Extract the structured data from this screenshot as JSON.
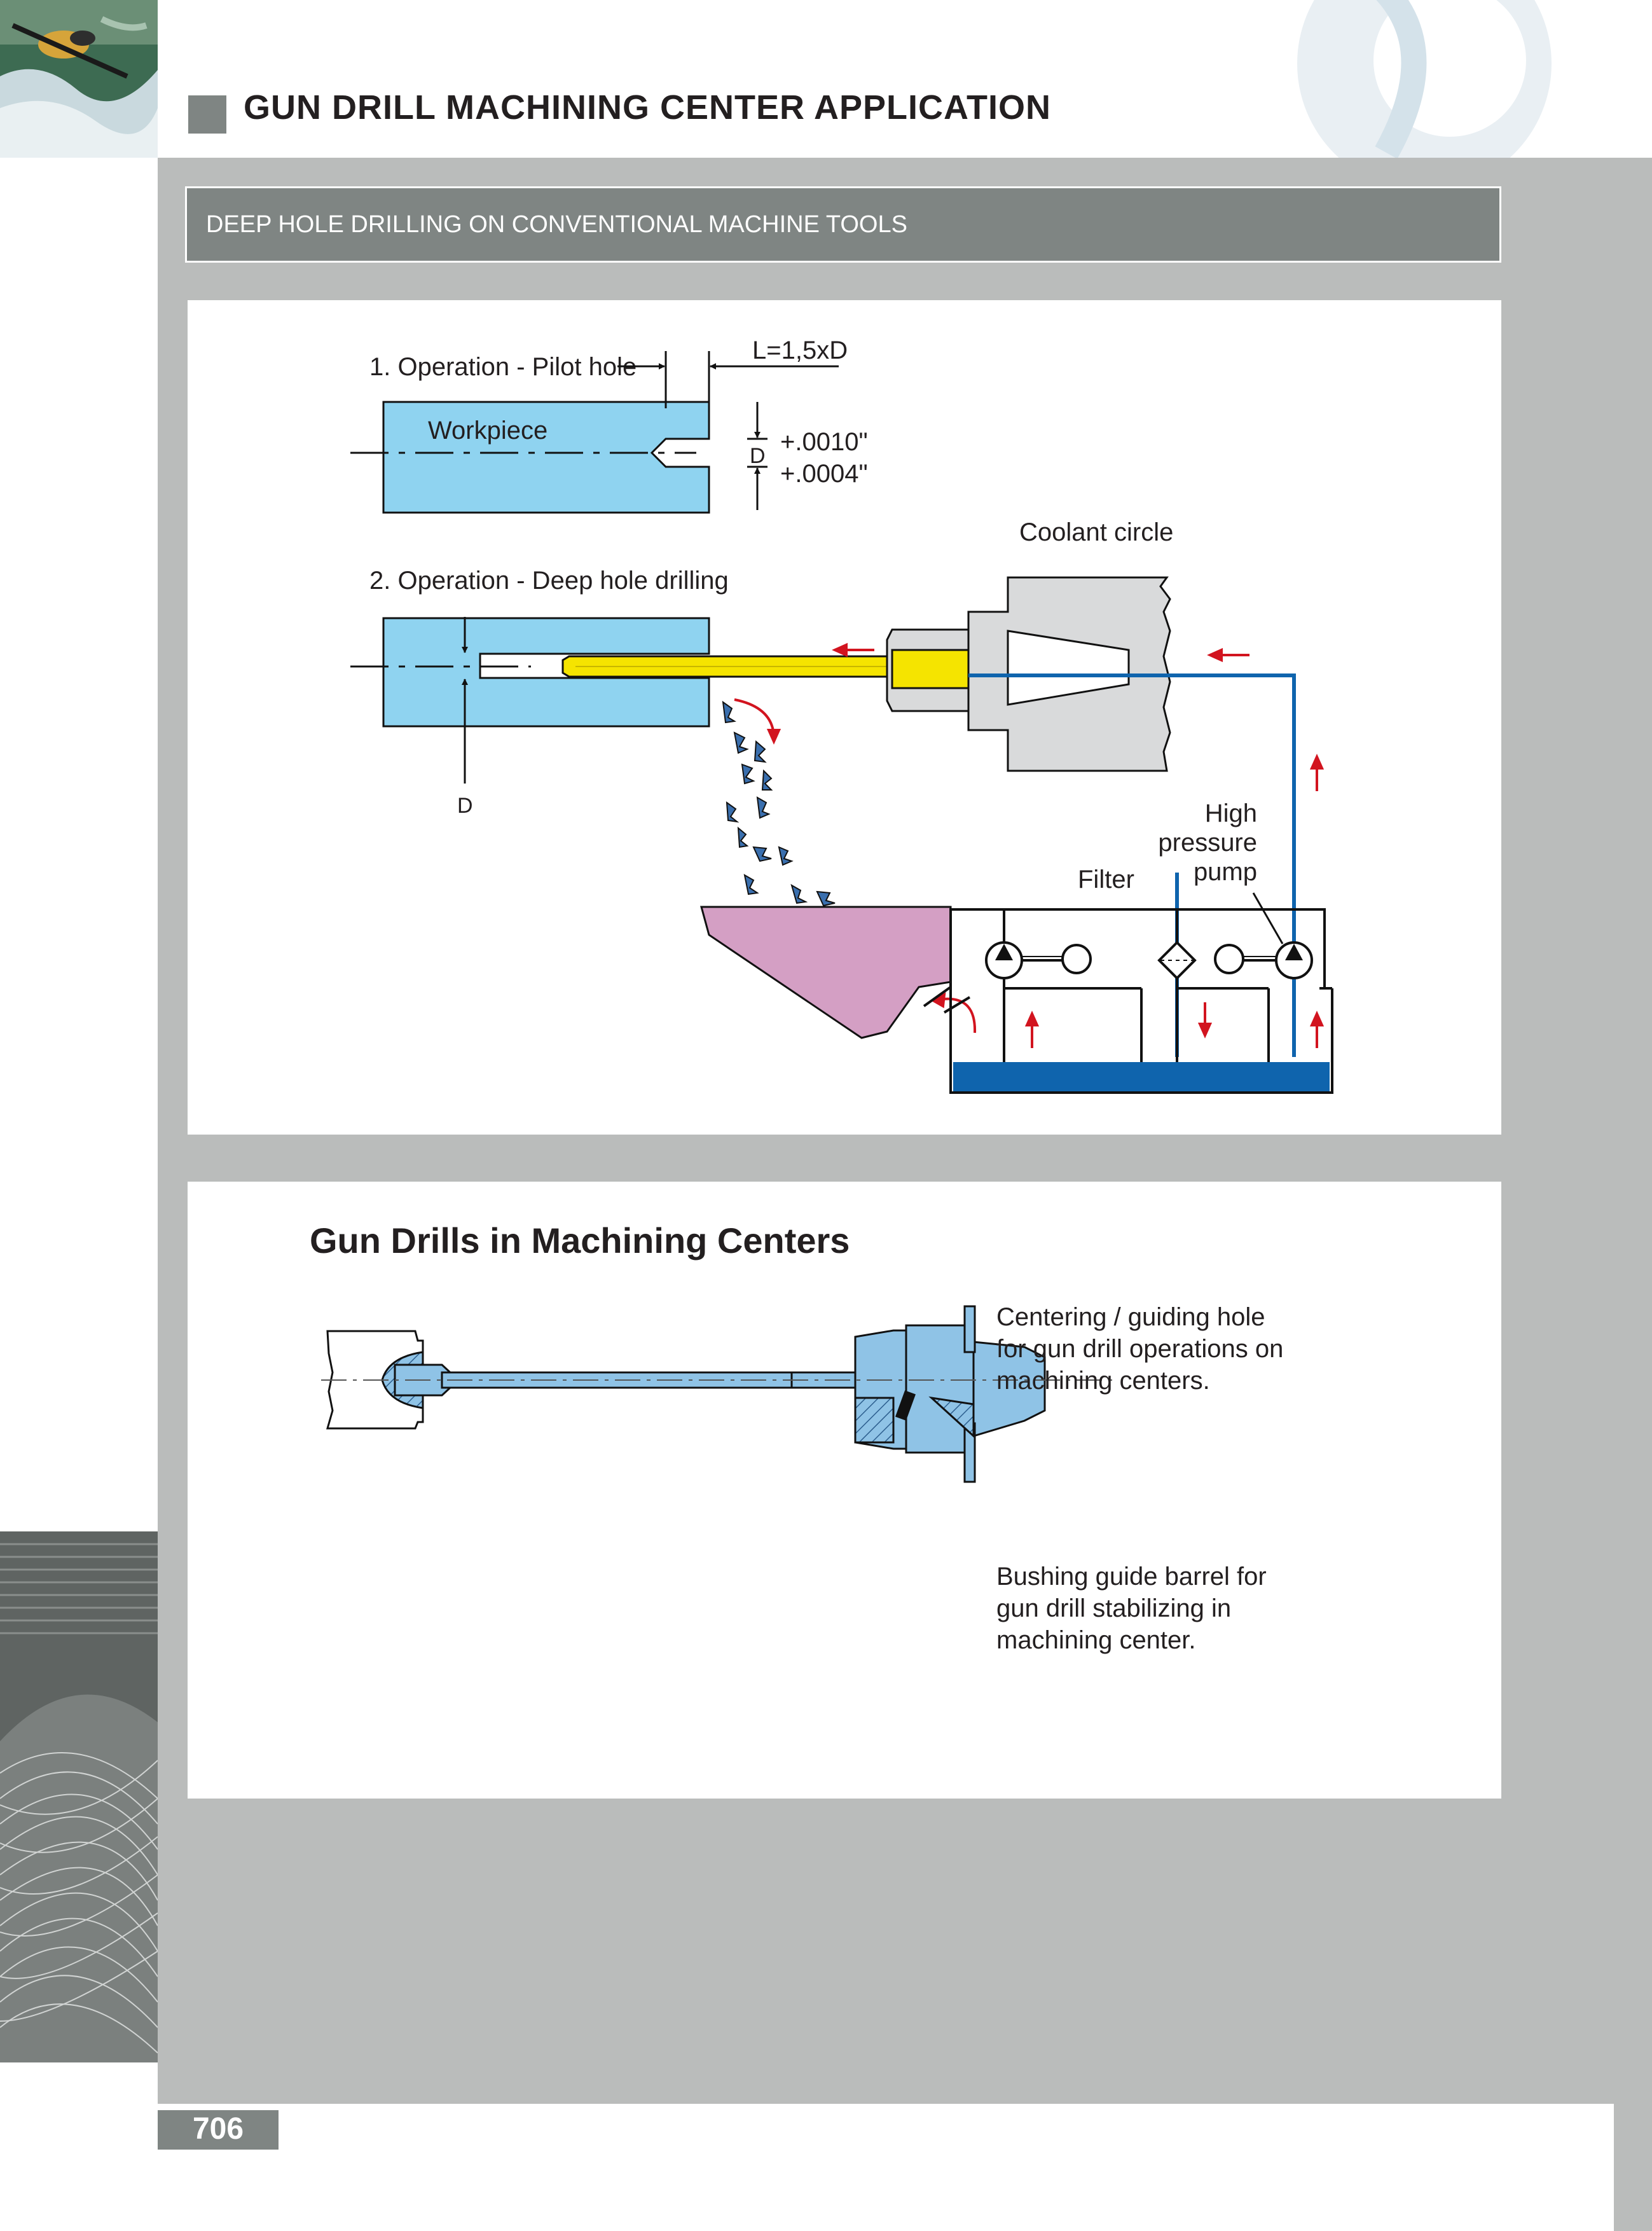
{
  "header": {
    "title": "GUN DRILL MACHINING CENTER APPLICATION",
    "section_title": "DEEP HOLE DRILLING ON CONVENTIONAL MACHINE TOOLS"
  },
  "diagram1": {
    "op1_label": "1. Operation - Pilot hole",
    "length_label": "L=1,5xD",
    "workpiece_label": "Workpiece",
    "d_label": "D",
    "tol_plus": "+.0010\"",
    "tol_minus": "+.0004\"",
    "coolant_label": "Coolant circle",
    "op2_label": "2. Operation - Deep hole drilling",
    "d2_label": "D",
    "pump_line1": "High",
    "pump_line2": "pressure",
    "pump_line3": "pump",
    "filter_label": "Filter"
  },
  "panel2": {
    "title": "Gun Drills in Machining Centers",
    "note1_line1": "Centering / guiding hole",
    "note1_line2": "for gun drill operations on",
    "note1_line3": "machining centers.",
    "note2_line1": "Bushing guide barrel for",
    "note2_line2": "gun drill stabilizing in",
    "note2_line3": "machining center."
  },
  "footer": {
    "page_number": "706"
  },
  "colors": {
    "light_blue": "#8fd3f0",
    "steel_blue": "#8fc3e6",
    "yellow": "#f5e400",
    "pink": "#d49fc4",
    "coolant_blue": "#0f64ad",
    "red": "#d2141f",
    "gray_panel": "#babcbb",
    "dark_gray": "#7f8583"
  }
}
